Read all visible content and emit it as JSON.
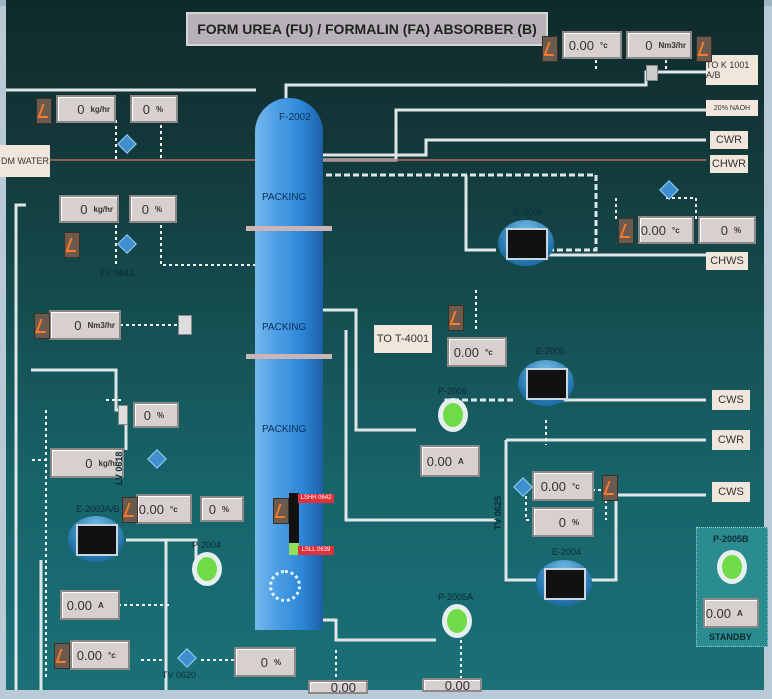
{
  "title": "FORM UREA (FU) / FORMALIN (FA) ABSORBER   (B)",
  "column": {
    "tag": "F-2002",
    "packing_label": "PACKING",
    "level_high_alarm": "LSHH 0642",
    "level_low_alarm": "LSLL 0639"
  },
  "destinations": {
    "k1001": "TO K 1001 A/B",
    "naoh": "20% NAOH",
    "cwr_top": "CWR",
    "chwr": "CHWR",
    "chws": "CHWS",
    "to_t4001": "TO T-4001",
    "cws_mid": "CWS",
    "cwr_mid": "CWR",
    "cws_low": "CWS",
    "dm_water": "DM WATER"
  },
  "equipment": {
    "e2006": "E-2006",
    "e2005": "E-2005",
    "e2004": "E-2004",
    "e2003": "E-2003A/B",
    "p2006": "P-2006",
    "p2004": "P-2004",
    "p2005a": "P-2005A",
    "p2005b": "P-2005B",
    "standby": "STANDBY"
  },
  "valves": {
    "fv0641": "FV 0641",
    "lv0618": "LV 0618",
    "tv0625": "TV 0625",
    "tv0620": "TV 0620"
  },
  "readouts": {
    "top_temp": {
      "value": "0.00",
      "unit": "°c"
    },
    "top_flow": {
      "value": "0",
      "unit": "Nm3/hr"
    },
    "dm_flow": {
      "value": "0",
      "unit": "kg/hr"
    },
    "dm_pct": {
      "value": "0",
      "unit": "%"
    },
    "fv_flow": {
      "value": "0",
      "unit": "kg/hr"
    },
    "fv_pct": {
      "value": "0",
      "unit": "%"
    },
    "gas_flow": {
      "value": "0",
      "unit": "Nm3/hr"
    },
    "lv_pct": {
      "value": "0",
      "unit": "%"
    },
    "lv_flow": {
      "value": "0",
      "unit": "kg/hr"
    },
    "e2003_temp": {
      "value": "0.00",
      "unit": "°c"
    },
    "e2003_pct": {
      "value": "0",
      "unit": "%"
    },
    "p2004_amp": {
      "value": "0.00",
      "unit": "A"
    },
    "tv0620_temp": {
      "value": "0.00",
      "unit": "°c"
    },
    "tv0620_pct": {
      "value": "0",
      "unit": "%"
    },
    "e2006_temp": {
      "value": "0.00",
      "unit": "°c"
    },
    "e2006_pct": {
      "value": "0",
      "unit": "%"
    },
    "e2005_temp": {
      "value": "0.00",
      "unit": "°c"
    },
    "p2006_amp": {
      "value": "0.00",
      "unit": "A"
    },
    "tv0625_temp": {
      "value": "0.00",
      "unit": "°c"
    },
    "tv0625_pct": {
      "value": "0",
      "unit": "%"
    },
    "p2005b_amp": {
      "value": "0.00",
      "unit": "A"
    },
    "bottom1": {
      "value": "0.00",
      "unit": ""
    },
    "bottom2": {
      "value": "0.00",
      "unit": ""
    }
  }
}
